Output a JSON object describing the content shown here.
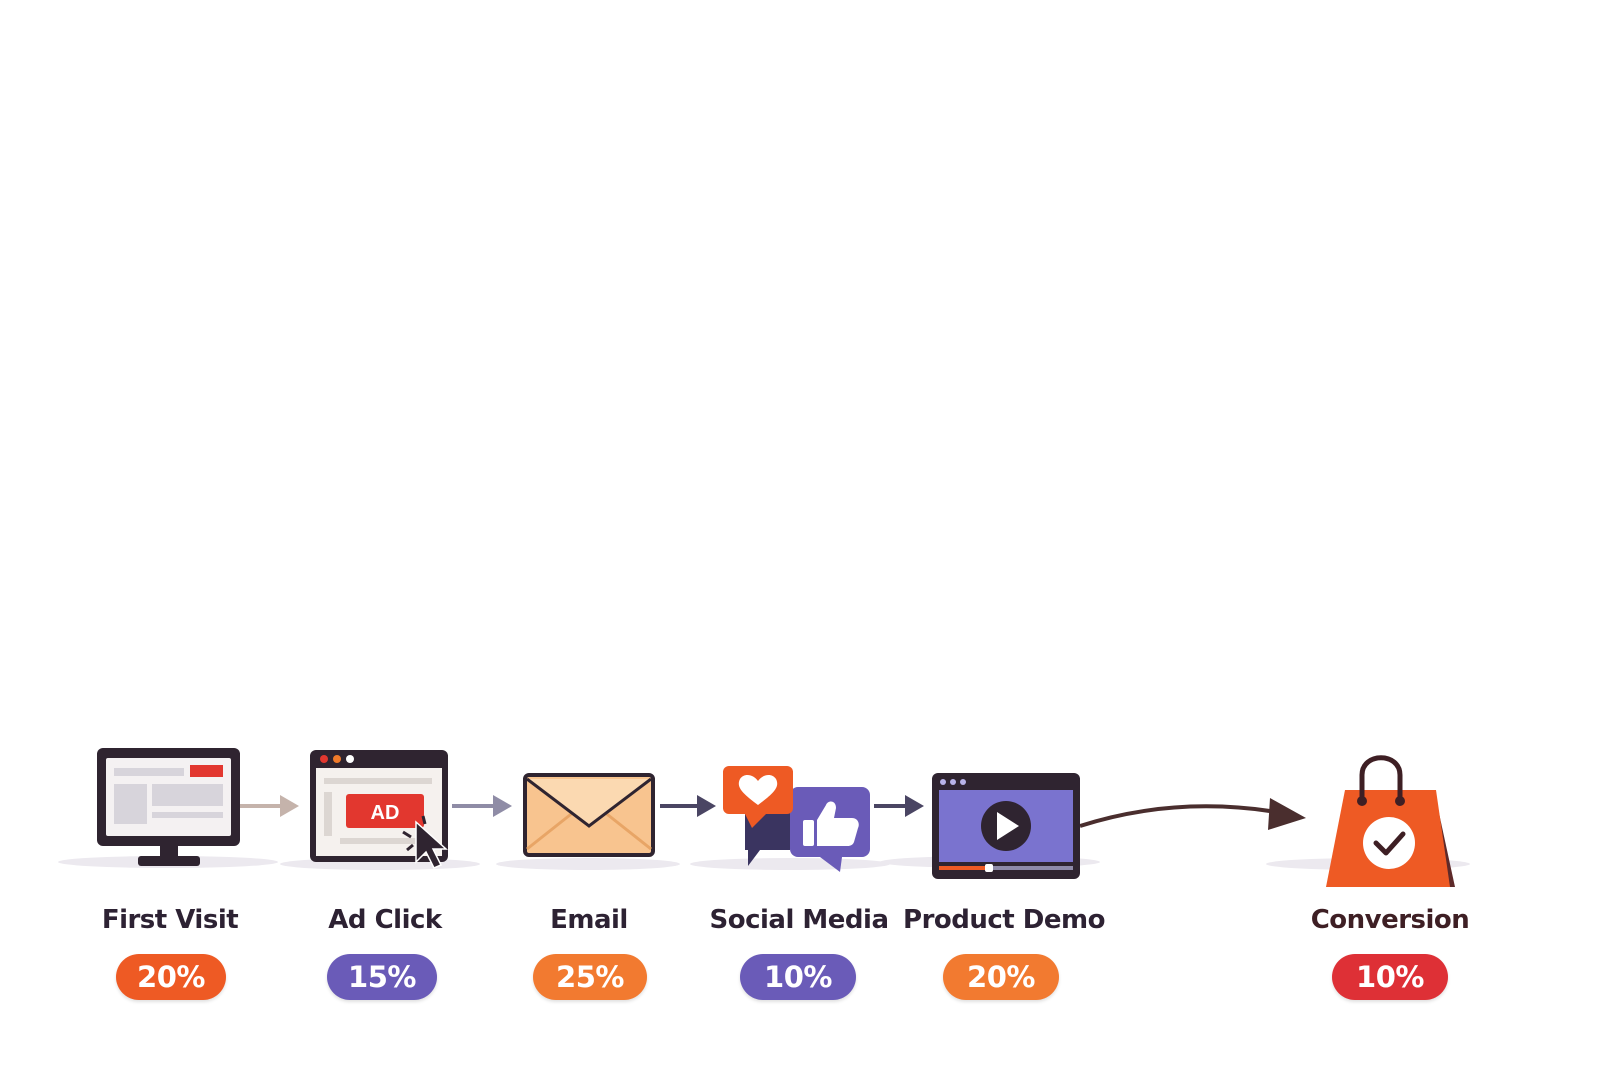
{
  "colors": {
    "orange": "#ee5a24",
    "orange_light": "#f27a30",
    "purple": "#6a5bb8",
    "red": "#de3036",
    "dark": "#2f2430",
    "arrow_dark": "#4a2e2e"
  },
  "stages": [
    {
      "label": "First Visit",
      "share": "20%",
      "icon": "desktop-monitor-icon",
      "badge_color": "#ee5a24"
    },
    {
      "label": "Ad Click",
      "share": "15%",
      "icon": "ad-click-browser-icon",
      "badge_color": "#6a5bb8"
    },
    {
      "label": "Email",
      "share": "25%",
      "icon": "envelope-icon",
      "badge_color": "#f27a30"
    },
    {
      "label": "Social Media",
      "share": "10%",
      "icon": "social-bubbles-icon",
      "badge_color": "#6a5bb8"
    },
    {
      "label": "Product Demo",
      "share": "20%",
      "icon": "video-player-icon",
      "badge_color": "#f27a30"
    },
    {
      "label": "Conversion",
      "share": "10%",
      "icon": "shopping-bag-check-icon",
      "badge_color": "#de3036"
    }
  ],
  "ad_icon_text": "AD"
}
